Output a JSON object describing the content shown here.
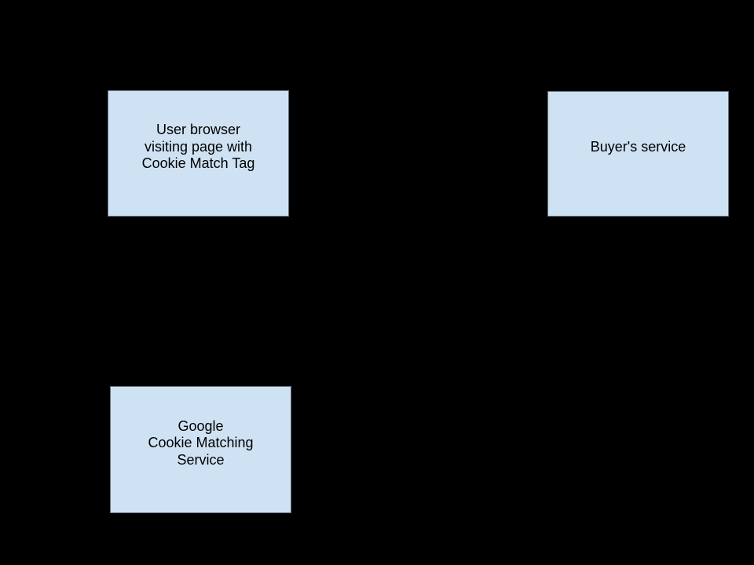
{
  "diagram": {
    "background_color": "#000000",
    "node_fill_color": "#cfe2f3",
    "node_border_color": "#64717f",
    "node_text_color": "#000000",
    "nodes": [
      {
        "label_lines": [
          "User browser",
          "visiting page with",
          "Cookie Match Tag"
        ]
      },
      {
        "label_lines": [
          "Buyer's service"
        ]
      },
      {
        "label_lines": [
          "Google",
          "Cookie Matching",
          "Service"
        ]
      }
    ]
  }
}
